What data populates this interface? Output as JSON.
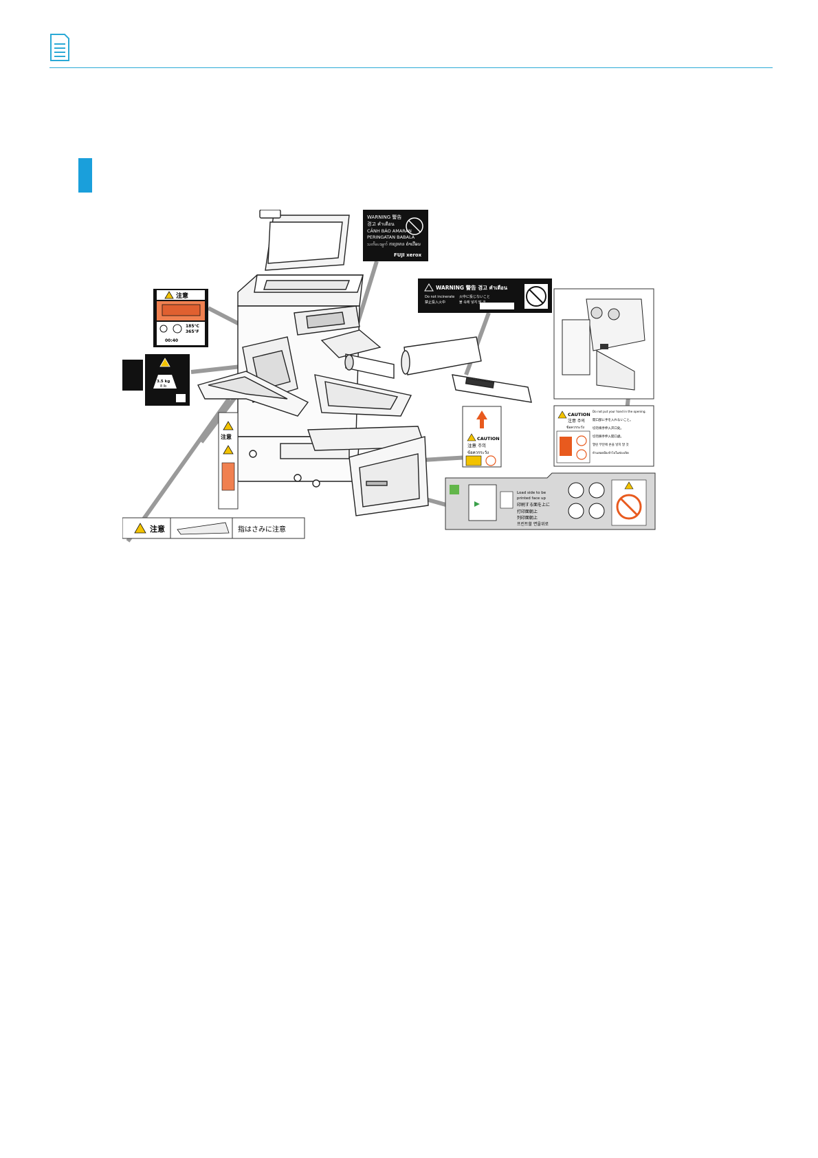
{
  "page": {
    "accent_color": "#1a9fdb",
    "header_icon": "document-icon"
  },
  "labels": {
    "scanner_warning": {
      "line1": "WARNING 警告",
      "line2": "경고 คำเตือน",
      "line3": "CẢNH BÁO  AMARAN",
      "line4": "PERINGATAN BABALA",
      "line5": "သတိပေးချက် ការព្រមាន ຄຳເຕືອນ",
      "brand": "FUJI xerox"
    },
    "toner_warning": {
      "title": "WARNING 警告 경고 คำเตือน",
      "text_en": "Do not incinerate",
      "text_ja": "火中に投じないこと",
      "text_zh": "禁止投入火中",
      "text_ko": "불 속에 넣지 말 것"
    },
    "fuser_caution": {
      "title": "注意",
      "temp_c": "185°C",
      "temp_f": "365°F",
      "time": "00:40"
    },
    "weight_label": {
      "kg": "3.5 kg",
      "lb": "8 lb"
    },
    "tray_caution": {
      "title": "注意"
    },
    "finger_caution": {
      "title": "注意",
      "text": "指はさみに注意"
    },
    "cassette_caution": {
      "caution": "CAUTION",
      "cjk": "注意 주의",
      "thai": "ข้อควรระวัง"
    },
    "finisher_caution": {
      "caution": "CAUTION",
      "cjk": "注意 주의",
      "thai": "ข้อควรระวัง",
      "en": "Do not put your hand in the opening.",
      "ja": "開口部に手を入れないこと。",
      "zh1": "切勿将手伸入开口处。",
      "zh2": "切勿將手伸入開口處。",
      "ko": "열린 부분에 손을 넣지 말 것",
      "th": "ห้ามสอดมือเข้าไปในช่องเปิด"
    },
    "paper_label": {
      "en1": "Load side to be",
      "en2": "printed face up",
      "ja": "印刷する面を上に",
      "zh1": "打印面朝上",
      "zh2": "列印面朝上",
      "ko": "프린트할 면을위로"
    }
  }
}
